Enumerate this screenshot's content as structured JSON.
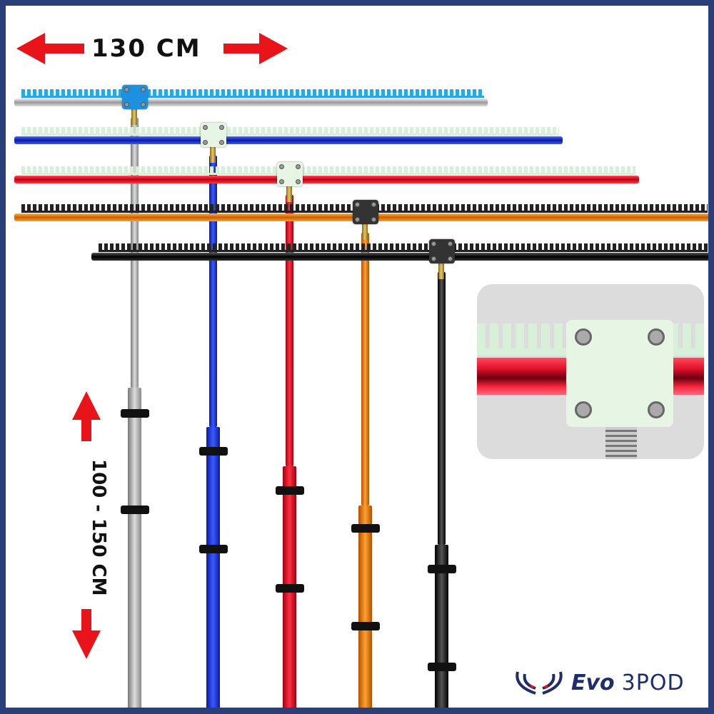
{
  "width_label": "130 CM",
  "height_label": "100 - 150 CM",
  "logo": {
    "part1": "Evo",
    "part2": "3POD"
  },
  "colors": {
    "frame": "#2a3f7a",
    "arrow": "#e8141a",
    "logo": "#1f2d6b"
  },
  "poles": [
    "silver",
    "blue",
    "red",
    "orange",
    "black"
  ]
}
